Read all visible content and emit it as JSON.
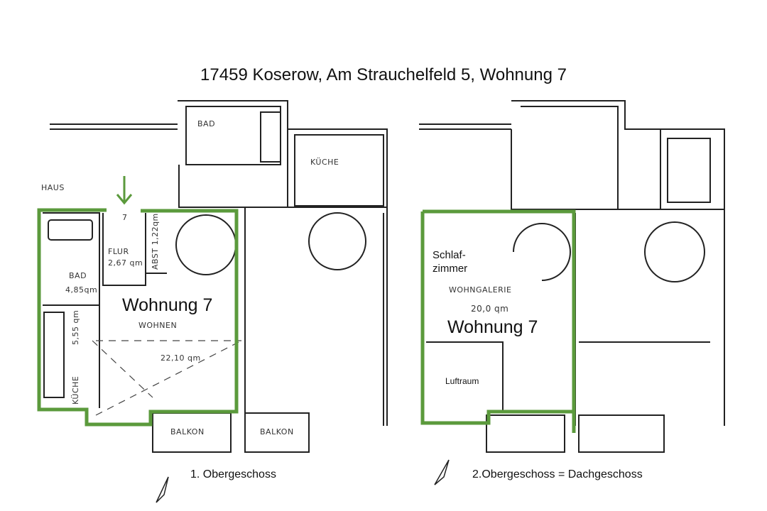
{
  "title": "17459 Koserow, Am Strauchelfeld 5, Wohnung 7",
  "colors": {
    "highlight": "#5b9a3c",
    "wall": "#222222"
  },
  "floor1": {
    "caption": "1. Obergeschoss",
    "apartment_label": "Wohnung 7",
    "entrance_number": "7",
    "treppenhaus_fragment": "HAUS",
    "rooms": {
      "bad_top": "BAD",
      "kueche_top": "KÜCHE",
      "flur": "FLUR",
      "flur_area": "2,67 qm",
      "abst": "ABST 1,22qm",
      "bad": "BAD",
      "bad_area": "4,85qm",
      "kueche": "KÜCHE",
      "kueche_area": "5,55 qm",
      "wohnen": "WOHNEN",
      "wohnen_area": "22,10 qm",
      "balkon_left": "BALKON",
      "balkon_right": "BALKON"
    }
  },
  "floor2": {
    "caption": "2.Obergeschoss = Dachgeschoss",
    "apartment_label": "Wohnung 7",
    "schlafzimmer": "Schlaf-\nzimmer",
    "wohngalerie": "WOHNGALERIE",
    "wohngalerie_area": "20,0 qm",
    "luftraum": "Luftraum"
  }
}
